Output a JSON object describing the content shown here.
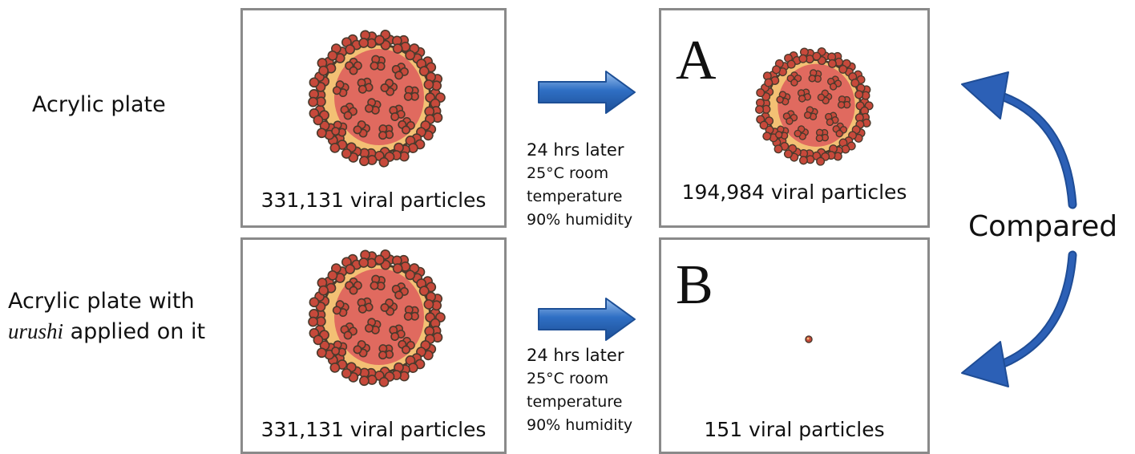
{
  "rows": [
    {
      "label_line1": "Acrylic plate",
      "label_italic": "",
      "label_rest": "",
      "start_count": "331,131 viral particles",
      "conditions": [
        "24 hrs later",
        "25°C room",
        "temperature",
        "90% humidity"
      ],
      "result_letter": "A",
      "result_count": "194,984 viral particles",
      "result_level": 0.589
    },
    {
      "label_line1": "Acrylic plate with",
      "label_italic": "urushi",
      "label_rest": " applied on it",
      "start_count": "331,131 viral particles",
      "conditions": [
        "24 hrs later",
        "25°C room",
        "temperature",
        "90% humidity"
      ],
      "result_letter": "B",
      "result_count": "151 viral particles",
      "result_level": 0.00046
    }
  ],
  "compared_label": "Compared",
  "colors": {
    "panel_border": "#8a8a8a",
    "virus_envelope": "#f3c074",
    "virus_core": "#e06a5f",
    "virus_spike": "#c7493b",
    "virus_outline": "#4a3a2c",
    "arrow_blue": "#2f6fc4",
    "arrow_blue_light": "#9ec2ee",
    "cycle_arrow": "#2c60b6"
  }
}
